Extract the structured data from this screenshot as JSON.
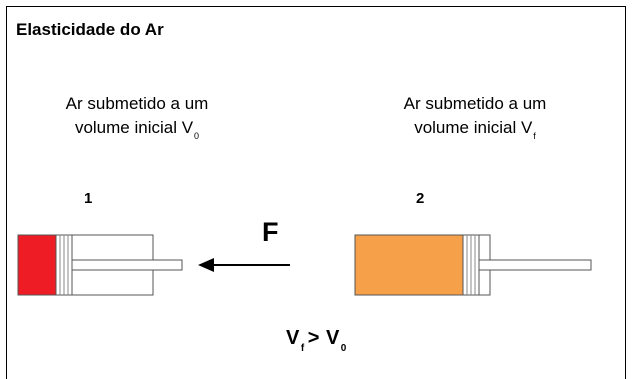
{
  "title": "Elasticidade do Ar",
  "cylinder1": {
    "number": "1",
    "caption_line1": "Ar submetido a um",
    "caption_line2": "volume inicial V",
    "caption_sub": "0",
    "fill_color": "#ee1c24"
  },
  "cylinder2": {
    "number": "2",
    "caption_line1": "Ar submetido a um",
    "caption_line2": "volume inicial V",
    "caption_sub": "f",
    "fill_color": "#f7a04a"
  },
  "force_label": "F",
  "relation": {
    "left": "V",
    "left_sub": "f",
    "operator": ">",
    "right": "V",
    "right_sub": "0"
  }
}
